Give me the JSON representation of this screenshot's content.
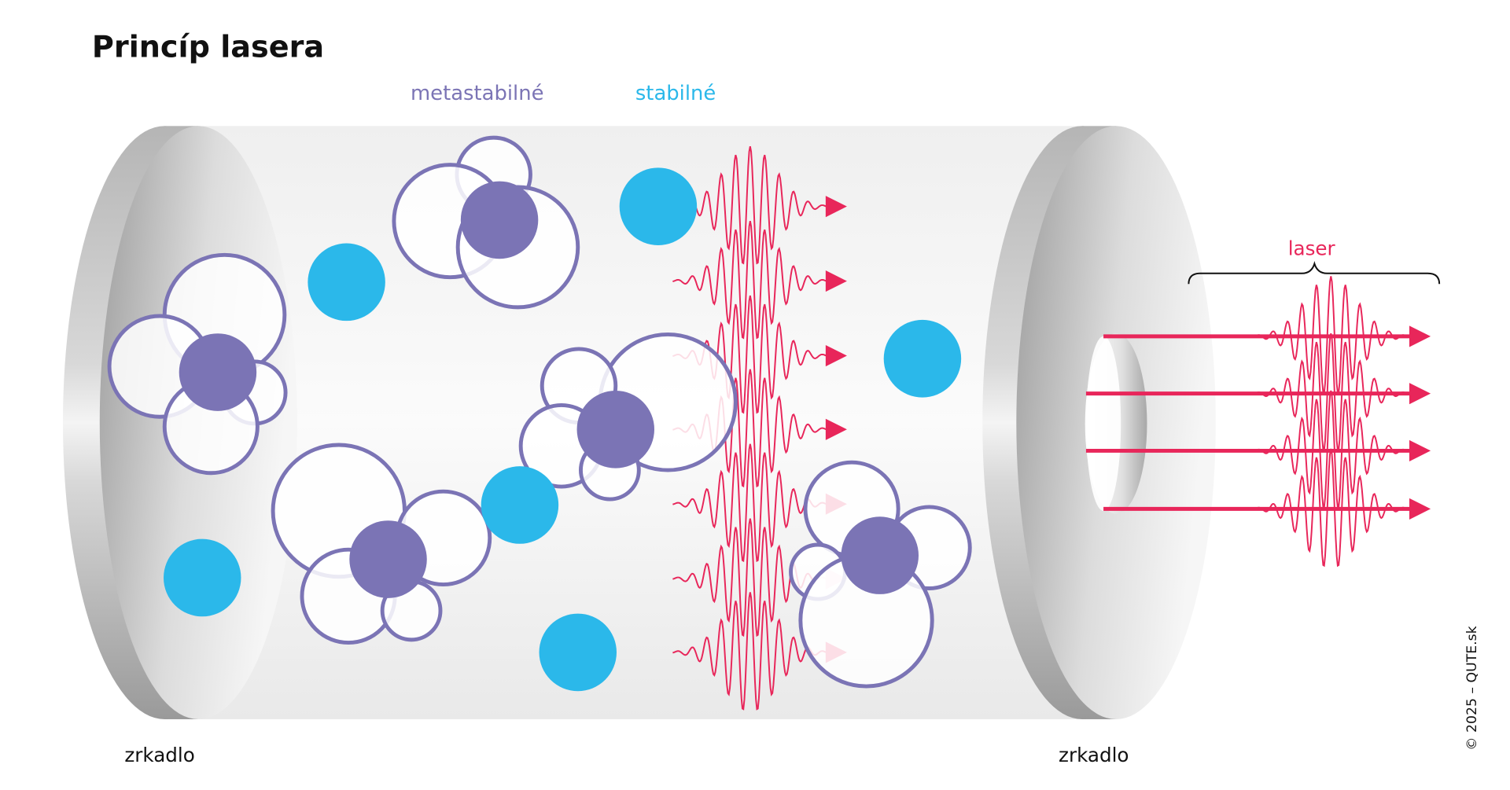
{
  "title": "Princíp lasera",
  "legend": {
    "metastable_label": "metastabilné",
    "stable_label": "stabilné"
  },
  "labels": {
    "mirror_left": "zrkadlo",
    "mirror_right": "zrkadlo",
    "laser": "laser"
  },
  "copyright": "© 2025 – QUTE.sk",
  "colors": {
    "metastable": "#7b74b5",
    "stable": "#2bb8ea",
    "laser": "#e8265a",
    "text": "#111111"
  }
}
